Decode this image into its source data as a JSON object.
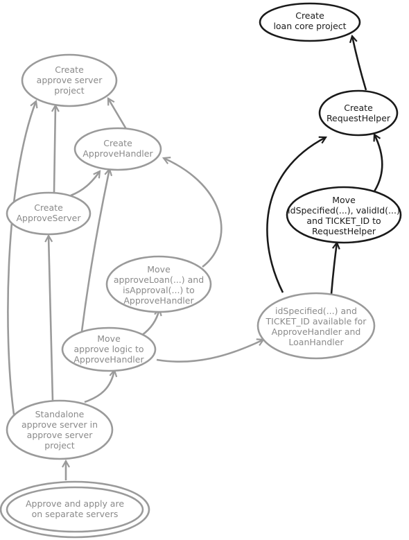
{
  "nodes": {
    "loan_core": {
      "lines": [
        "Create",
        "loan core project"
      ]
    },
    "request_helper": {
      "lines": [
        "Create",
        "RequestHelper"
      ]
    },
    "move_idspecified": {
      "lines": [
        "Move",
        "idSpecified(...), validId(...)",
        "and TICKET_ID to",
        "RequestHelper"
      ]
    },
    "approve_server_project": {
      "lines": [
        "Create",
        "approve server",
        "project"
      ]
    },
    "approve_handler": {
      "lines": [
        "Create",
        "ApproveHandler"
      ]
    },
    "approve_server": {
      "lines": [
        "Create",
        "ApproveServer"
      ]
    },
    "move_approveloan": {
      "lines": [
        "Move",
        "approveLoan(...) and",
        "isApproval(...) to",
        "ApproveHandler"
      ]
    },
    "idspecified_available": {
      "lines": [
        "idSpecified(...) and",
        "TICKET_ID available for",
        "ApproveHandler and",
        "LoanHandler"
      ]
    },
    "move_approve_logic": {
      "lines": [
        "Move",
        "approve logic to",
        "ApproveHandler"
      ]
    },
    "standalone": {
      "lines": [
        "Standalone",
        "approve server in",
        "approve server",
        "project"
      ]
    },
    "separate_servers": {
      "lines": [
        "Approve and apply are",
        "on separate servers"
      ]
    }
  }
}
